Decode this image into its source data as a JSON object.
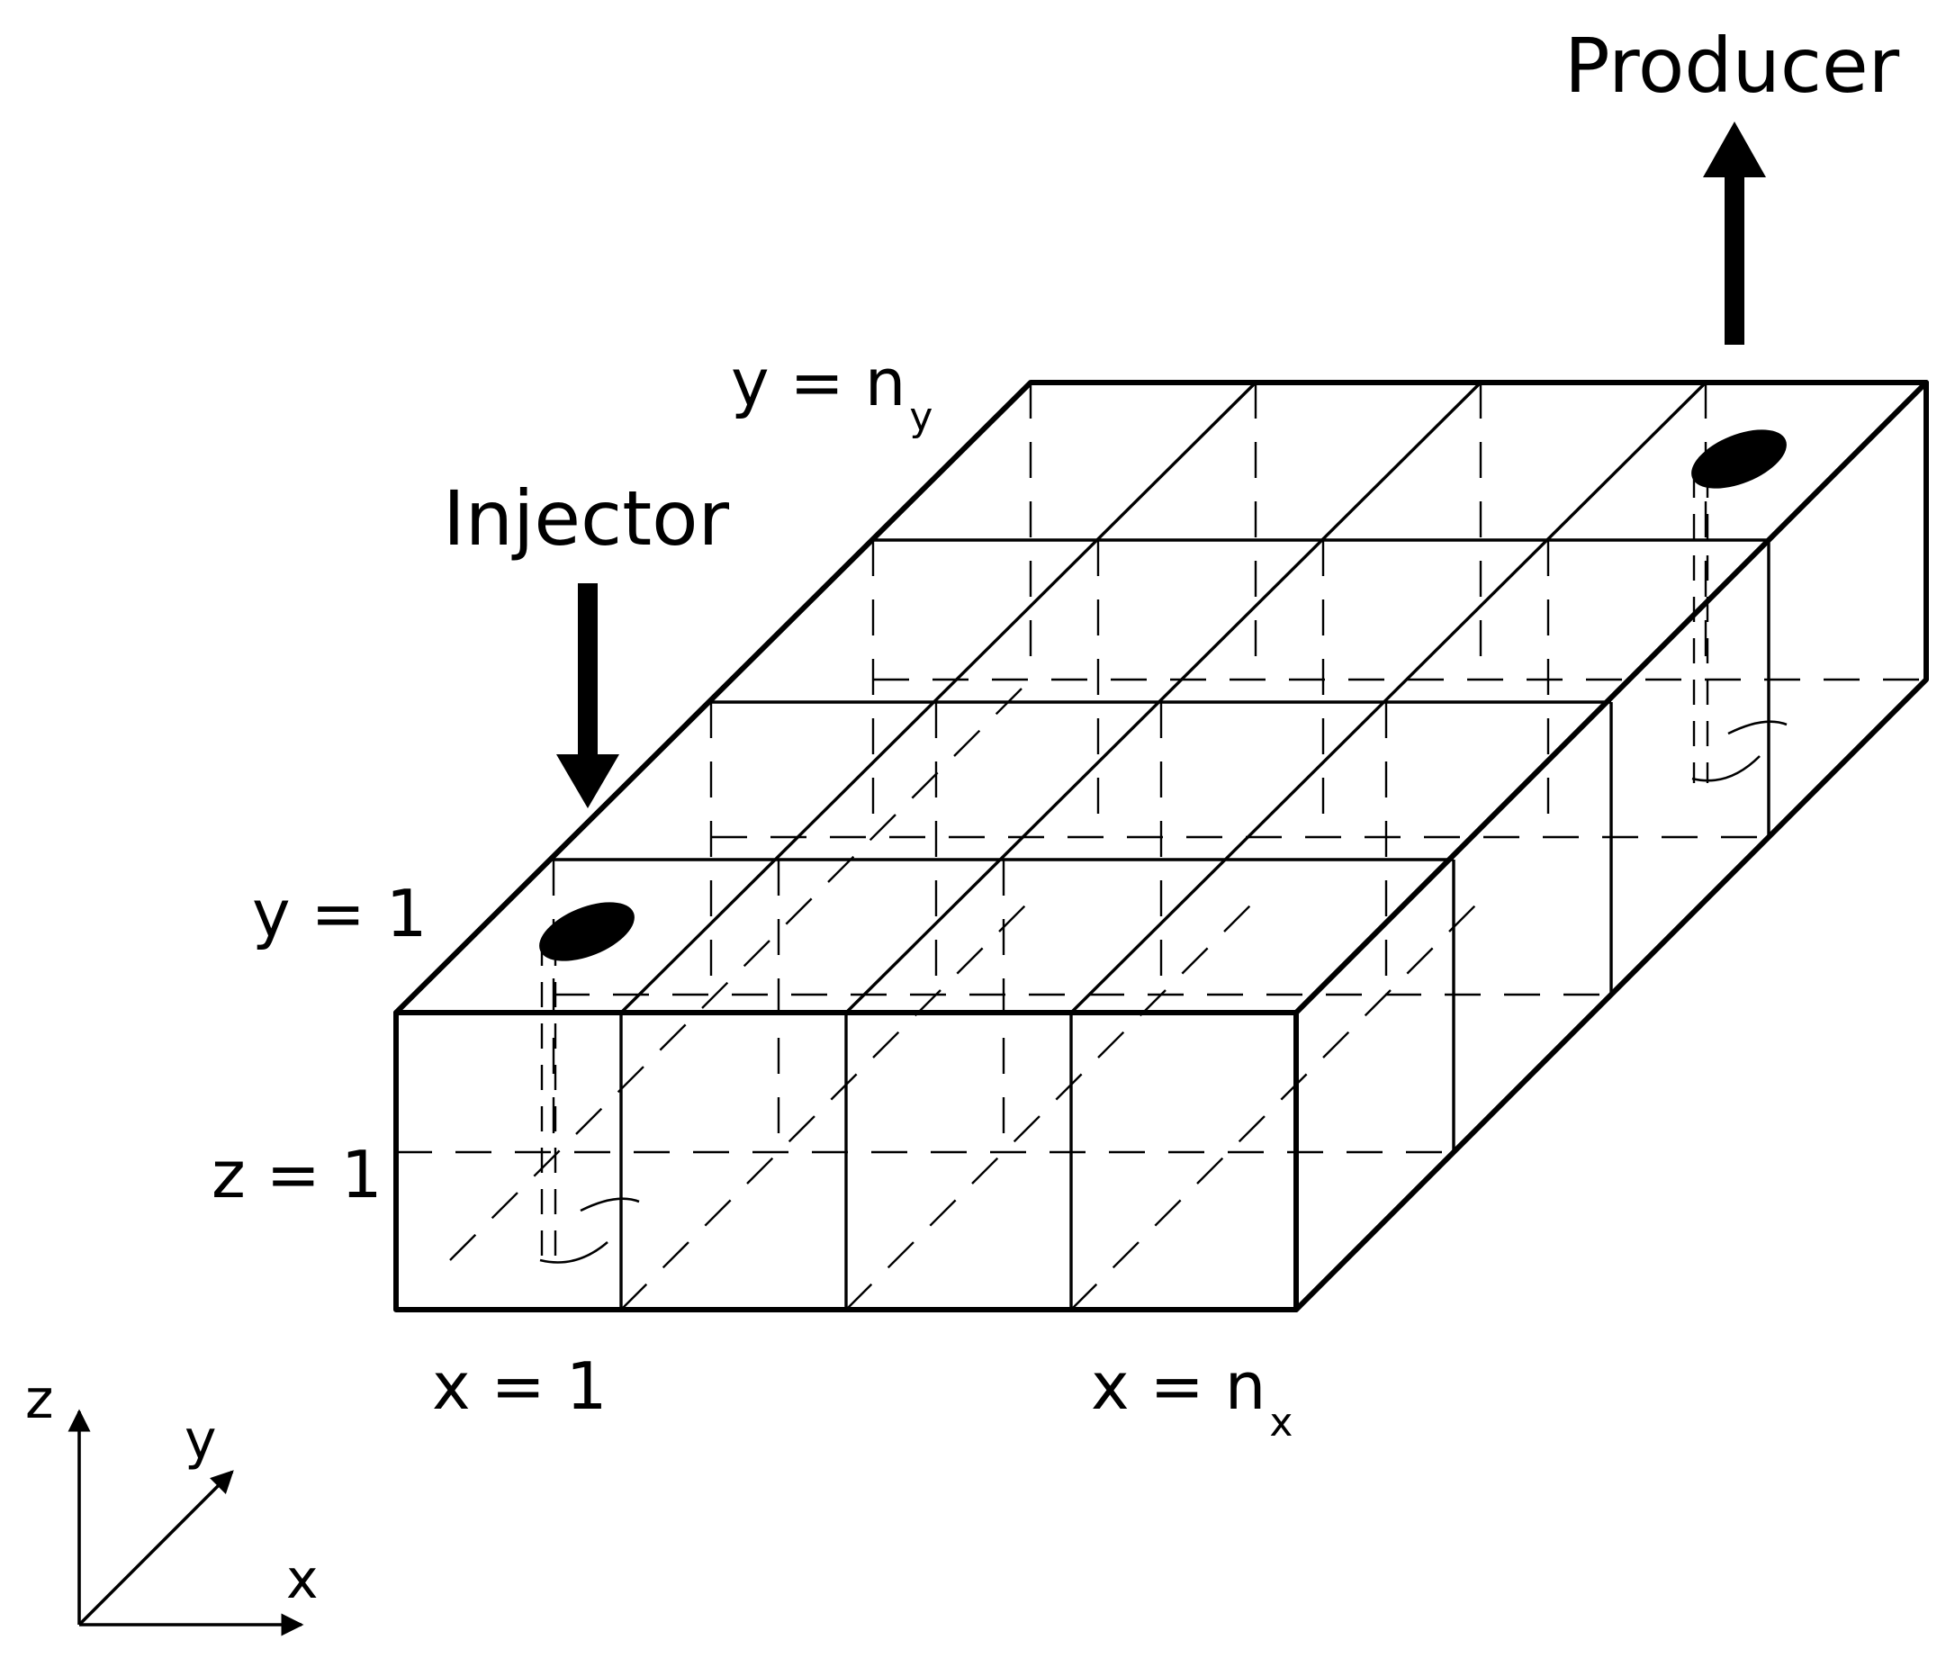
{
  "labels": {
    "producer": "Producer",
    "injector": "Injector",
    "y_top": "y = n",
    "y_top_sub": "y",
    "y_one": "y = 1",
    "z_one": "z = 1",
    "x_one": "x = 1",
    "x_right": "x = n",
    "x_right_sub": "x"
  },
  "axes": {
    "z": "z",
    "y": "y",
    "x": "x"
  },
  "grid": {
    "nx_cells_drawn": 4,
    "ny_cells_drawn": 4,
    "nz_cells_drawn": 1
  },
  "wells": [
    {
      "name": "Injector",
      "cell": "x = 1, y = 1",
      "flow": "in"
    },
    {
      "name": "Producer",
      "cell": "x = n_x, y = n_y",
      "flow": "out"
    }
  ],
  "colors": {
    "stroke": "#000000",
    "background": "#ffffff"
  }
}
